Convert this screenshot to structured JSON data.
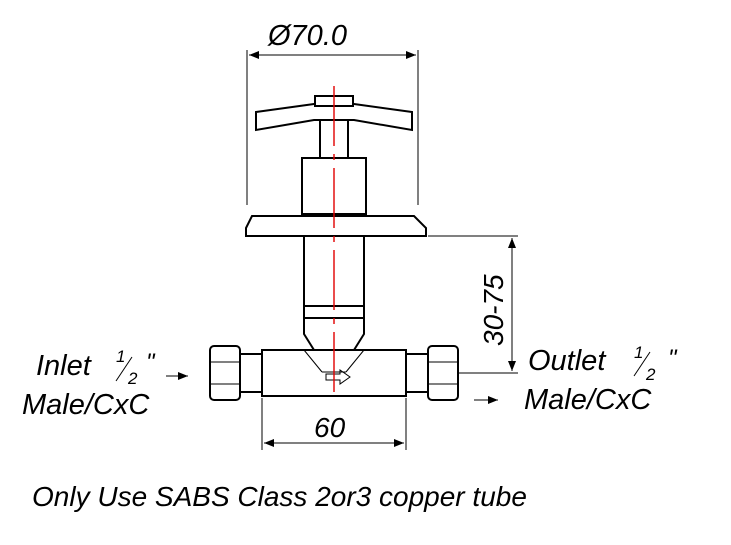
{
  "dimensions": {
    "diameter": "Ø70.0",
    "height_range": "30-75",
    "width": "60"
  },
  "labels": {
    "inlet_line1_word": "Inlet",
    "inlet_fraction_num": "1",
    "inlet_fraction_den": "2",
    "inlet_inch_mark": "\"",
    "inlet_line2": "Male/CxC",
    "outlet_line1_word": "Outlet",
    "outlet_fraction_num": "1",
    "outlet_fraction_den": "2",
    "outlet_inch_mark": "\"",
    "outlet_line2": "Male/CxC"
  },
  "note": "Only Use SABS Class 2or3 copper tube",
  "colors": {
    "centerline": "#e00000",
    "lines": "#000000"
  }
}
